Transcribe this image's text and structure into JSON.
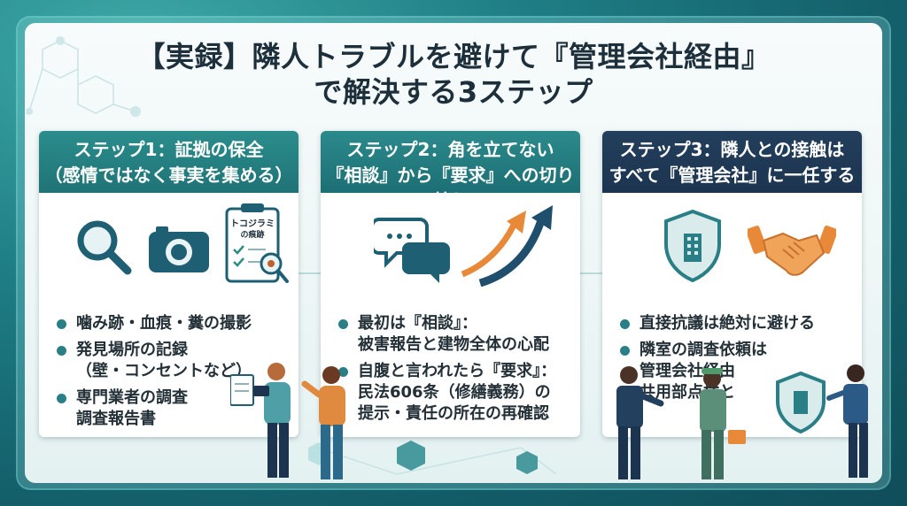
{
  "title": {
    "line1": "【実録】隣人トラブルを避けて『管理会社経由』",
    "line2": "で解決する3ステップ"
  },
  "steps": [
    {
      "head1": "ステップ1：証拠の保全",
      "head2": "（感情ではなく事実を集める）",
      "icons": [
        "magnifier-icon",
        "camera-icon",
        "clipboard-icon"
      ],
      "clipboard_label1": "トコジラミ",
      "clipboard_label2": "の痕跡",
      "points": [
        {
          "a": "噛み跡・血痕・糞の撮影",
          "b": ""
        },
        {
          "a": "発見場所の記録",
          "b": "（壁・コンセントなど）"
        },
        {
          "a": "専門業者の調査",
          "b": "調査報告書"
        }
      ]
    },
    {
      "head1": "ステップ2：角を立てない",
      "head2": "『相談』から『要求』への切り替え",
      "icons": [
        "speech-bubbles-icon",
        "up-arrows-icon"
      ],
      "points": [
        {
          "a": "最初は『相談』：",
          "b": "被害報告と建物全体の心配"
        },
        {
          "a": "自腹と言われたら『要求』：",
          "b": "民法606条（修繕義務）の",
          "c": "提示・責任の所在の再確認"
        }
      ]
    },
    {
      "head1": "ステップ3：隣人との接触は",
      "head2": "すべて『管理会社』に一任する",
      "icons": [
        "shield-building-icon",
        "handshake-icon"
      ],
      "points": [
        {
          "a": "直接抗議は絶対に避ける",
          "b": ""
        },
        {
          "a": "隣室の調査依頼は",
          "b": "管理会社経由",
          "c": "共用部点検と"
        }
      ]
    }
  ],
  "colors": {
    "teal": "#1f7376",
    "navy": "#1c3450",
    "orange": "#e8893a",
    "text": "#233038"
  }
}
